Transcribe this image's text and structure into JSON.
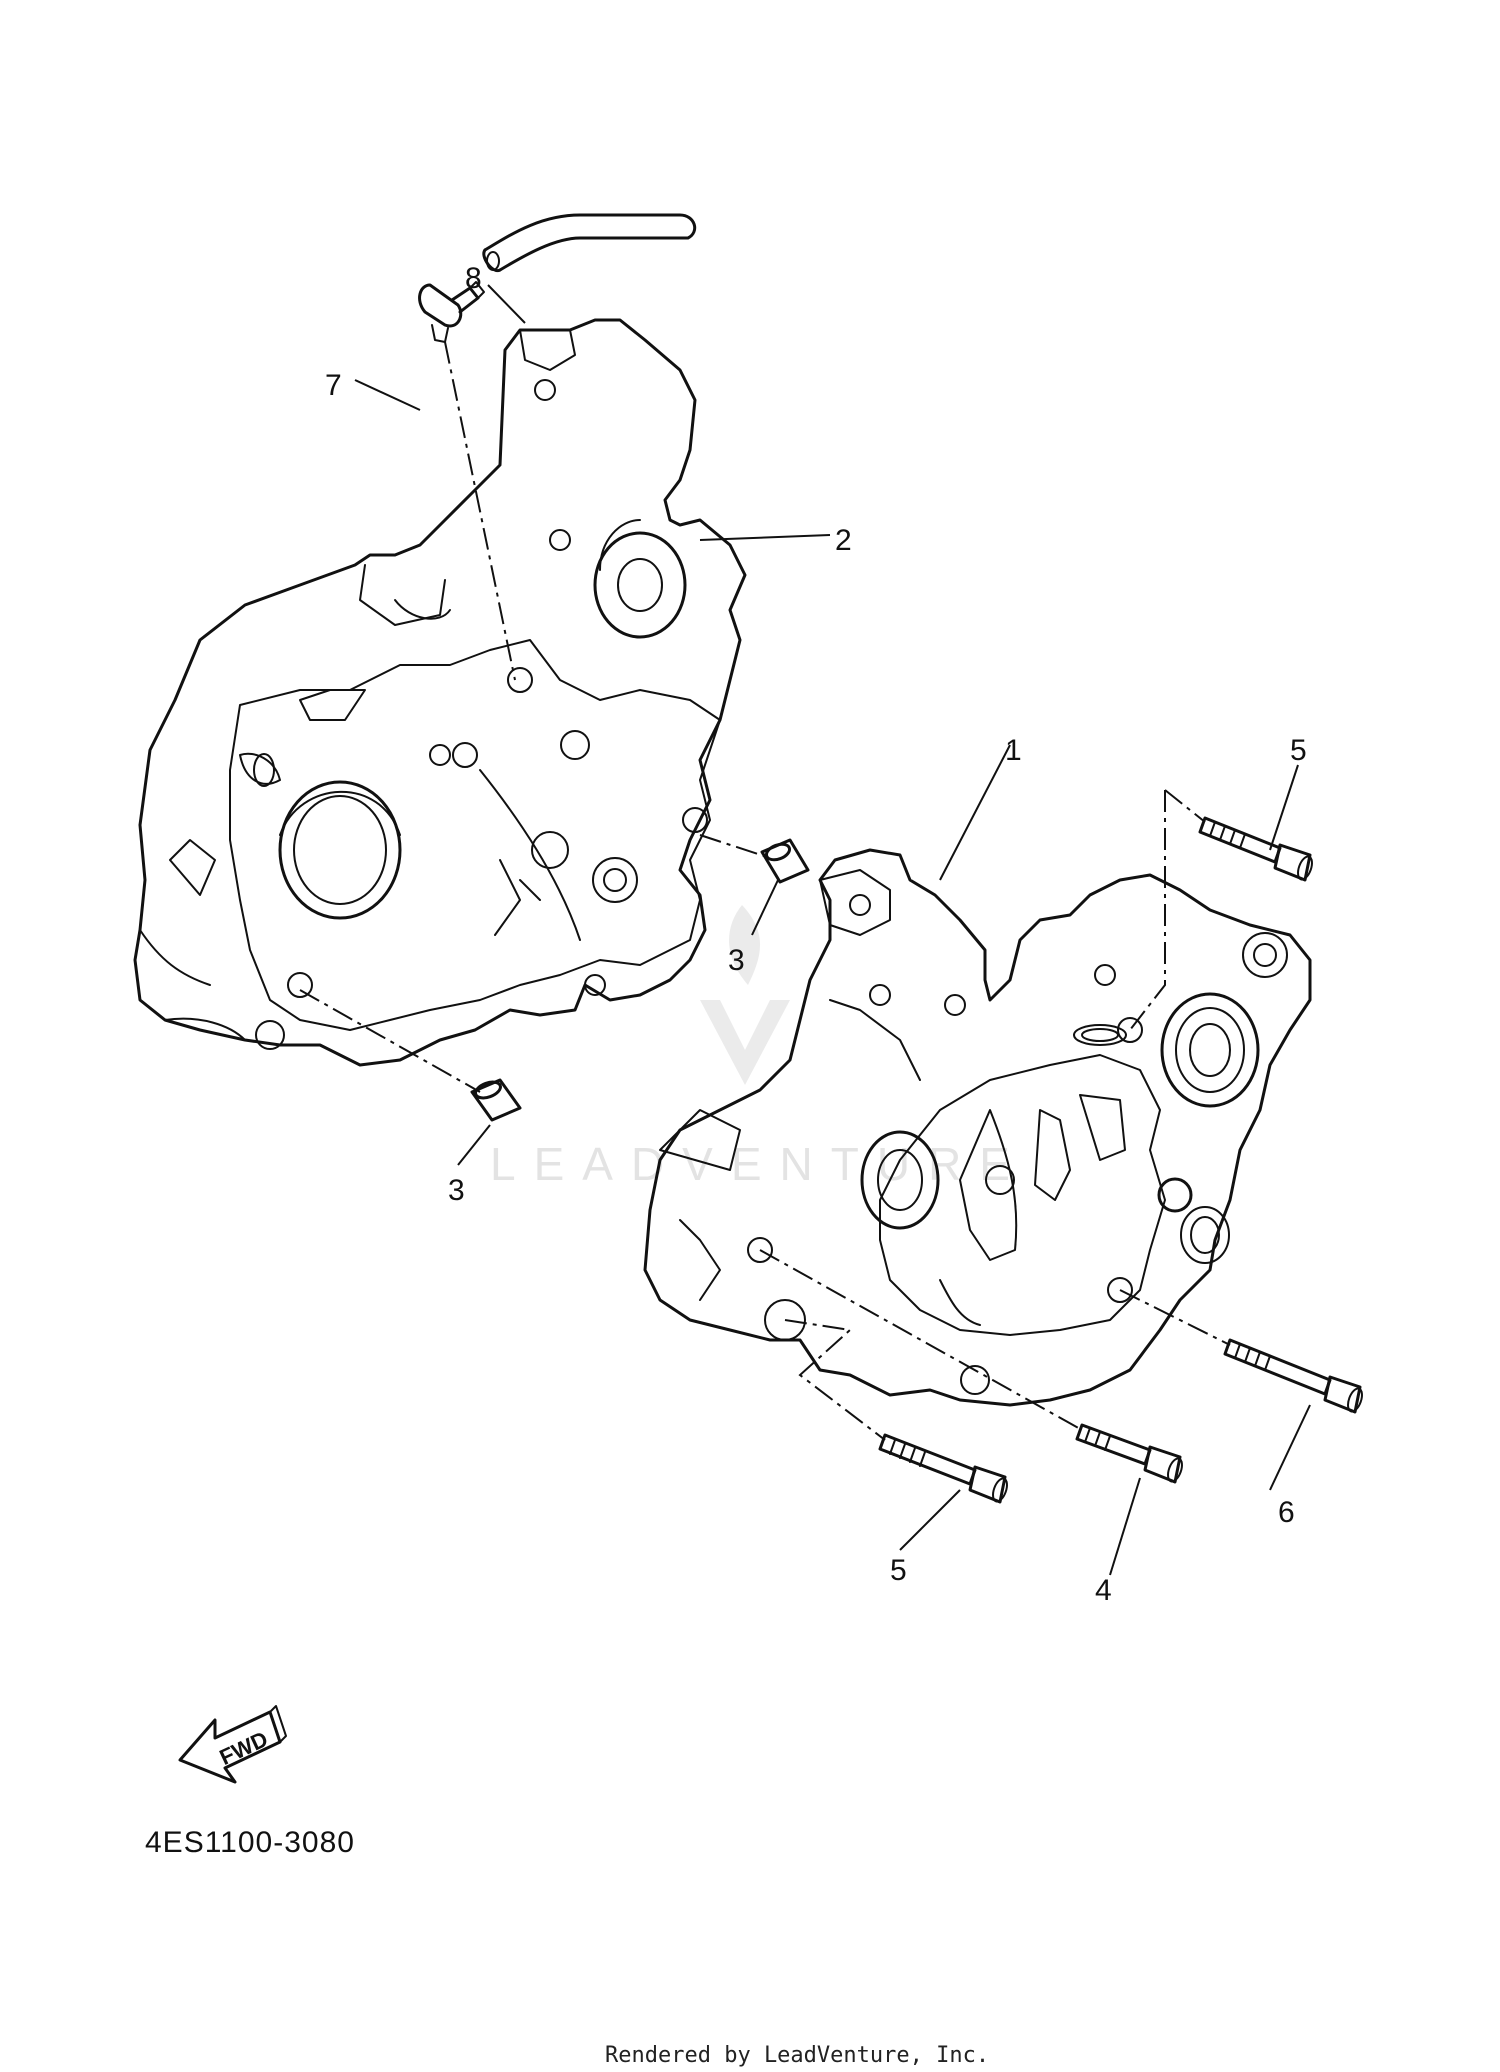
{
  "diagram": {
    "callouts": {
      "c1": "1",
      "c2": "2",
      "c3a": "3",
      "c3b": "3",
      "c4": "4",
      "c5a": "5",
      "c5b": "5",
      "c6": "6",
      "c7": "7",
      "c8": "8"
    },
    "direction_label": "FWD",
    "diagram_code": "4ES1100-3080",
    "watermark": "LEADVENTURE",
    "credit": "Rendered by LeadVenture, Inc."
  }
}
